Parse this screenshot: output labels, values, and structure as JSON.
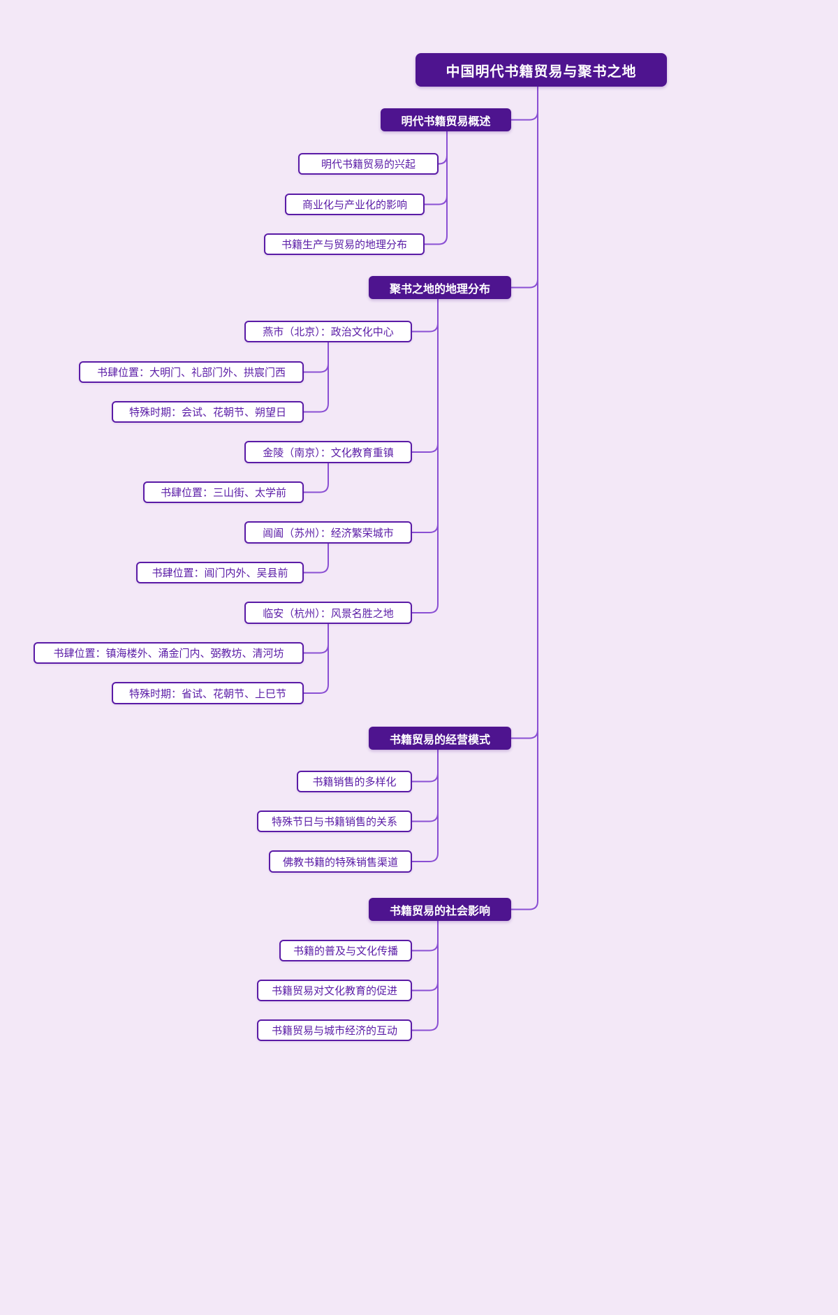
{
  "colors": {
    "background": "#f3e8f7",
    "node_fill": "#4e148f",
    "node_text_on_fill": "#ffffff",
    "outline_border": "#5a1ba6",
    "outline_text": "#5a1ba6",
    "connector_line": "#8a4fd3"
  },
  "mindmap": {
    "root": {
      "label": "中国明代书籍贸易与聚书之地"
    },
    "branches": [
      {
        "label": "明代书籍贸易概述",
        "children": [
          {
            "label": "明代书籍贸易的兴起"
          },
          {
            "label": "商业化与产业化的影响"
          },
          {
            "label": "书籍生产与贸易的地理分布"
          }
        ]
      },
      {
        "label": "聚书之地的地理分布",
        "children": [
          {
            "label": "燕市（北京）：政治文化中心",
            "children": [
              {
                "label": "书肆位置：大明门、礼部门外、拱宸门西"
              },
              {
                "label": "特殊时期：会试、花朝节、朔望日"
              }
            ]
          },
          {
            "label": "金陵（南京）：文化教育重镇",
            "children": [
              {
                "label": "书肆位置：三山街、太学前"
              }
            ]
          },
          {
            "label": "阊阖（苏州）：经济繁荣城市",
            "children": [
              {
                "label": "书肆位置：阊门内外、吴县前"
              }
            ]
          },
          {
            "label": "临安（杭州）：风景名胜之地",
            "children": [
              {
                "label": "书肆位置：镇海楼外、涌金门内、弼教坊、清河坊"
              },
              {
                "label": "特殊时期：省试、花朝节、上巳节"
              }
            ]
          }
        ]
      },
      {
        "label": "书籍贸易的经营模式",
        "children": [
          {
            "label": "书籍销售的多样化"
          },
          {
            "label": "特殊节日与书籍销售的关系"
          },
          {
            "label": "佛教书籍的特殊销售渠道"
          }
        ]
      },
      {
        "label": "书籍贸易的社会影响",
        "children": [
          {
            "label": "书籍的普及与文化传播"
          },
          {
            "label": "书籍贸易对文化教育的促进"
          },
          {
            "label": "书籍贸易与城市经济的互动"
          }
        ]
      }
    ]
  }
}
